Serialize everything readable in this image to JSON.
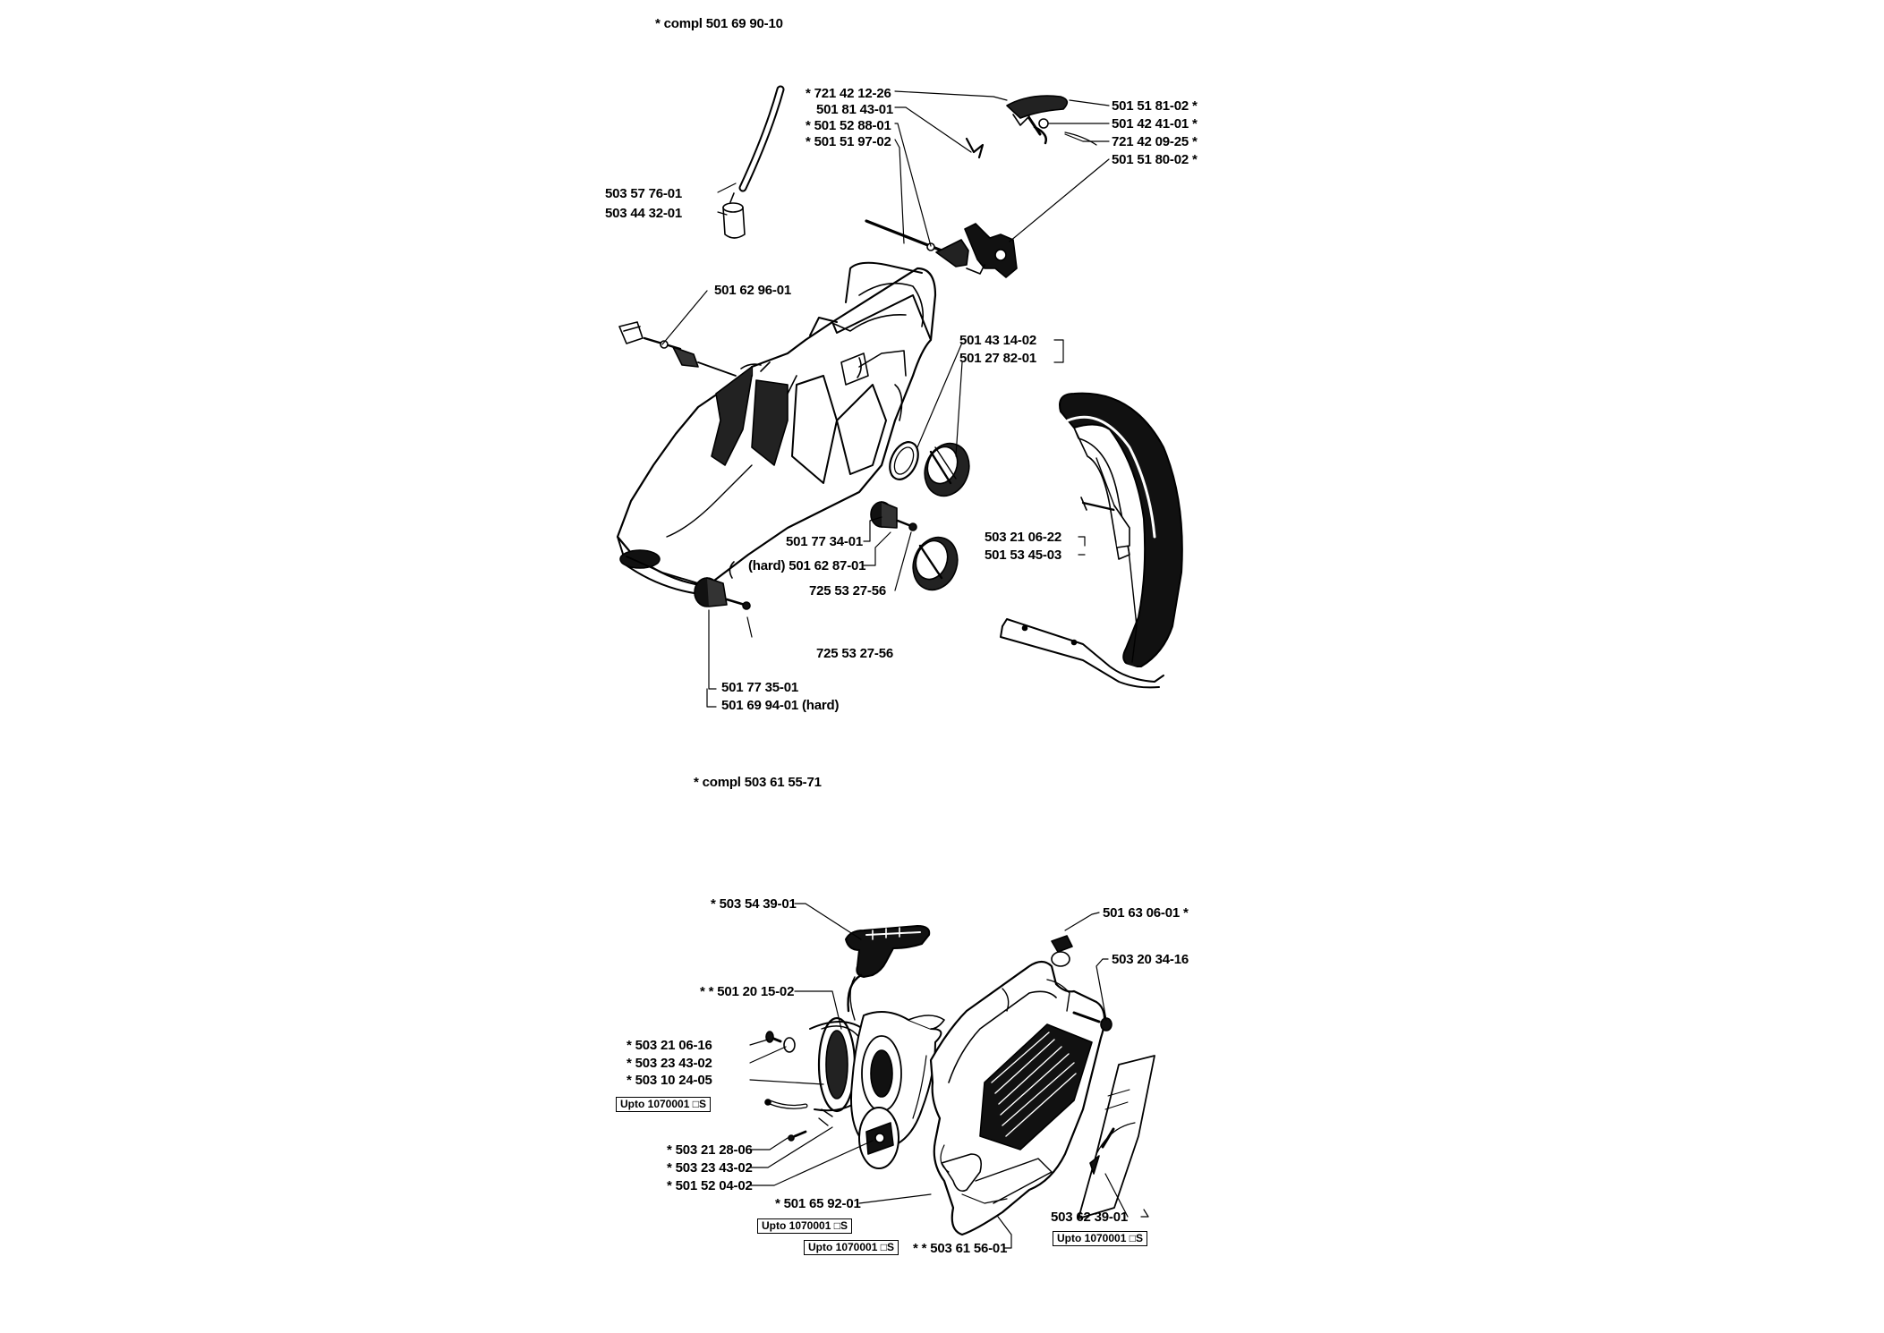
{
  "top_section": {
    "title": "*  compl 501 69 90-10",
    "parts": {
      "p_721_42_12_26": "* 721 42 12-26",
      "p_501_81_43_01": "501 81 43-01",
      "p_501_52_88_01": "* 501 52 88-01",
      "p_501_51_97_02": "* 501 51 97-02",
      "p_503_57_76_01": "503 57 76-01",
      "p_503_44_32_01": "503 44 32-01",
      "p_501_51_81_02": "501 51 81-02  *",
      "p_501_42_41_01": "501 42 41-01  *",
      "p_721_42_09_25": "721 42 09-25  *",
      "p_501_51_80_02": "501 51 80-02  *",
      "p_501_62_96_01": "501 62 96-01",
      "p_501_43_14_02": "501 43 14-02",
      "p_501_27_82_01": "501 27 82-01",
      "p_503_21_06_22": "503 21 06-22",
      "p_501_53_45_03": "501 53 45-03",
      "p_501_77_34_01": "501 77 34-01",
      "p_501_62_87_01": "(hard) 501 62 87-01",
      "p_725_53_27_56_a": "725 53 27-56",
      "p_725_53_27_56_b": "725 53 27-56",
      "p_501_77_35_01": "501 77 35-01",
      "p_501_69_94_01": "501 69 94-01 (hard)"
    }
  },
  "bottom_section": {
    "title": "*  compl 503 61 55-71",
    "parts": {
      "p_503_54_39_01": "*  503 54 39-01",
      "p_501_20_15_02": "* *  501 20 15-02",
      "p_503_21_06_16": "*  503 21 06-16",
      "p_503_23_43_02_a": "*  503 23 43-02",
      "p_503_10_24_05": "*  503 10 24-05",
      "p_503_21_28_06": "*  503 21 28-06",
      "p_503_23_43_02_b": "*  503 23 43-02",
      "p_501_52_04_02": "*  501 52 04-02",
      "p_501_65_92_01": "*  501 65 92-01",
      "p_503_61_56_01": "* *  503 61 56-01",
      "p_501_63_06_01": "501 63 06-01  *",
      "p_503_20_34_16": "503 20 34-16",
      "p_503_62_39_01": "503 62 39-01"
    },
    "serial_boxes": {
      "box_a": "Upto 1070001 □S",
      "box_b": "Upto 1070001 □S",
      "box_c": "Upto 1070001 □S",
      "box_d": "Upto 1070001 □S"
    }
  }
}
